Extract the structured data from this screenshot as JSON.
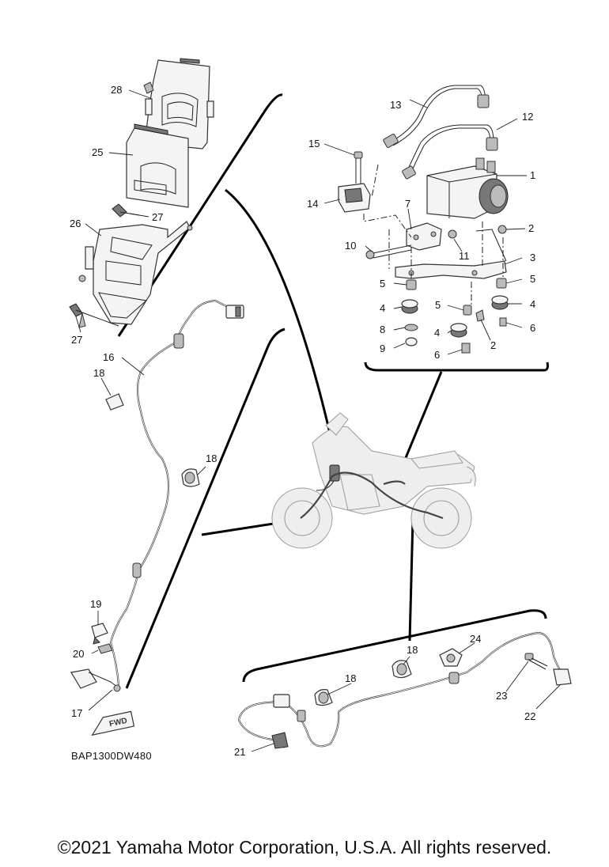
{
  "diagram": {
    "code": "BAP1300DW480",
    "fwd_label": "FWD",
    "callouts": [
      {
        "id": "c1",
        "label": "1"
      },
      {
        "id": "c2a",
        "label": "2"
      },
      {
        "id": "c2b",
        "label": "2"
      },
      {
        "id": "c3",
        "label": "3"
      },
      {
        "id": "c4a",
        "label": "4"
      },
      {
        "id": "c4b",
        "label": "4"
      },
      {
        "id": "c4c",
        "label": "4"
      },
      {
        "id": "c5a",
        "label": "5"
      },
      {
        "id": "c5b",
        "label": "5"
      },
      {
        "id": "c5c",
        "label": "5"
      },
      {
        "id": "c6a",
        "label": "6"
      },
      {
        "id": "c6b",
        "label": "6"
      },
      {
        "id": "c7",
        "label": "7"
      },
      {
        "id": "c8",
        "label": "8"
      },
      {
        "id": "c9",
        "label": "9"
      },
      {
        "id": "c10",
        "label": "10"
      },
      {
        "id": "c11",
        "label": "11"
      },
      {
        "id": "c12",
        "label": "12"
      },
      {
        "id": "c13",
        "label": "13"
      },
      {
        "id": "c14",
        "label": "14"
      },
      {
        "id": "c15",
        "label": "15"
      },
      {
        "id": "c16",
        "label": "16"
      },
      {
        "id": "c17",
        "label": "17"
      },
      {
        "id": "c18a",
        "label": "18"
      },
      {
        "id": "c18b",
        "label": "18"
      },
      {
        "id": "c18c",
        "label": "18"
      },
      {
        "id": "c18d",
        "label": "18"
      },
      {
        "id": "c19",
        "label": "19"
      },
      {
        "id": "c20",
        "label": "20"
      },
      {
        "id": "c21",
        "label": "21"
      },
      {
        "id": "c22",
        "label": "22"
      },
      {
        "id": "c23",
        "label": "23"
      },
      {
        "id": "c24",
        "label": "24"
      },
      {
        "id": "c25",
        "label": "25"
      },
      {
        "id": "c26",
        "label": "26"
      },
      {
        "id": "c27a",
        "label": "27"
      },
      {
        "id": "c27b",
        "label": "27"
      },
      {
        "id": "c28",
        "label": "28"
      }
    ]
  },
  "footer": {
    "copyright": "©2021 Yamaha Motor Corporation, U.S.A. All rights reserved."
  }
}
